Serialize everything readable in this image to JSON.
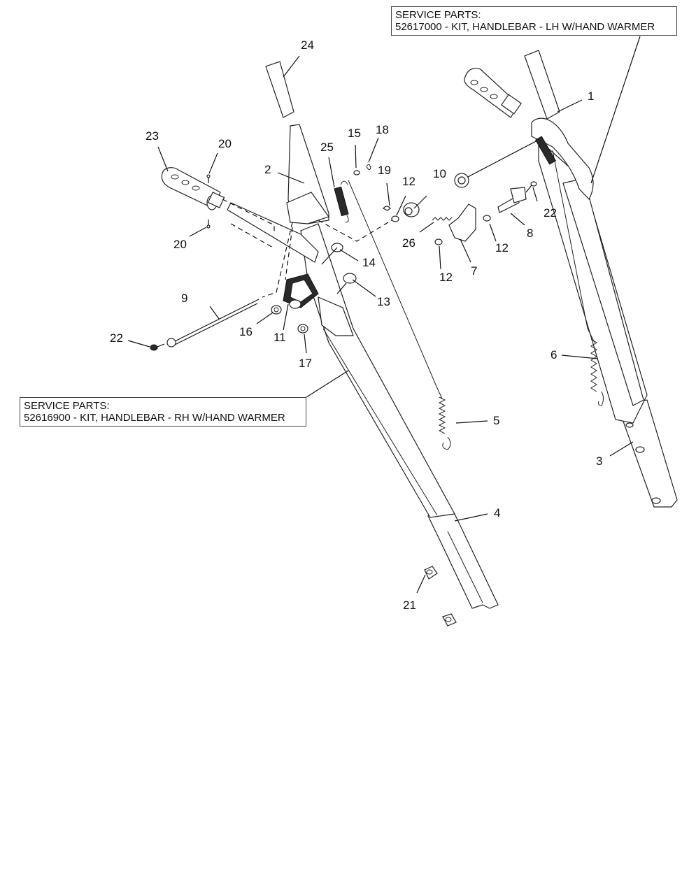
{
  "service_parts": [
    {
      "header": "SERVICE PARTS:",
      "text": "52617000 - KIT, HANDLEBAR - LH W/HAND WARMER"
    },
    {
      "header": "SERVICE PARTS:",
      "text": "52616900 - KIT, HANDLEBAR - RH W/HAND WARMER"
    }
  ],
  "callouts": [
    "1",
    "2",
    "3",
    "4",
    "5",
    "6",
    "7",
    "8",
    "9",
    "10",
    "11",
    "12",
    "12",
    "12",
    "13",
    "14",
    "15",
    "16",
    "17",
    "18",
    "19",
    "20",
    "20",
    "21",
    "22",
    "22",
    "23",
    "24",
    "25",
    "26"
  ]
}
